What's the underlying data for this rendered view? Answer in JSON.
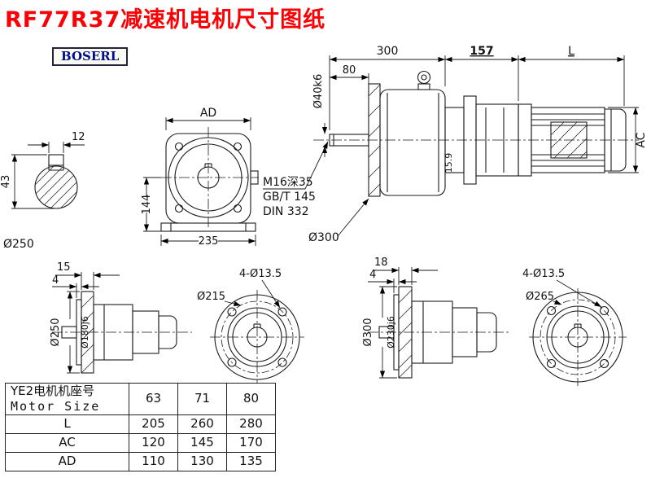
{
  "page": {
    "title": "RF77R37减速机电机尺寸图纸",
    "brand": "BOSERL"
  },
  "main_view": {
    "dim_overall_1": "300",
    "dim_overall_2": "157",
    "dim_overall_3": "L",
    "dim_shaft_len": "80",
    "shaft_dia": "Ø40k6",
    "dim_motor_dia": "AC",
    "dim_step": "15.9",
    "thread_line1": "M16深35",
    "thread_line2": "GB/T 145",
    "thread_line3": "DIN 332",
    "flange_dia": "Ø300"
  },
  "shaft_section": {
    "key_width": "12",
    "key_height": "43",
    "flange_label": "Ø250"
  },
  "front_view": {
    "dim_ad": "AD",
    "dim_height": "144",
    "dim_width": "235"
  },
  "flange_250": {
    "dim_thickness": "15",
    "dim_spigot": "4",
    "outer_dia": "Ø250",
    "spigot_dia": "Ø180j6",
    "holes": "4-Ø13.5",
    "bolt_circle_dia": "Ø215"
  },
  "flange_300": {
    "dim_thickness": "18",
    "dim_spigot": "4",
    "outer_dia": "Ø300",
    "spigot_dia": "Ø230j6",
    "holes": "4-Ø13.5",
    "bolt_circle_dia": "Ø265"
  },
  "table": {
    "header_cn": "YE2电机机座号",
    "header_en": "Motor Size",
    "sizes": [
      "63",
      "71",
      "80"
    ],
    "rows": [
      {
        "label": "L",
        "values": [
          "205",
          "260",
          "280"
        ]
      },
      {
        "label": "AC",
        "values": [
          "120",
          "145",
          "170"
        ]
      },
      {
        "label": "AD",
        "values": [
          "110",
          "130",
          "135"
        ]
      }
    ]
  }
}
